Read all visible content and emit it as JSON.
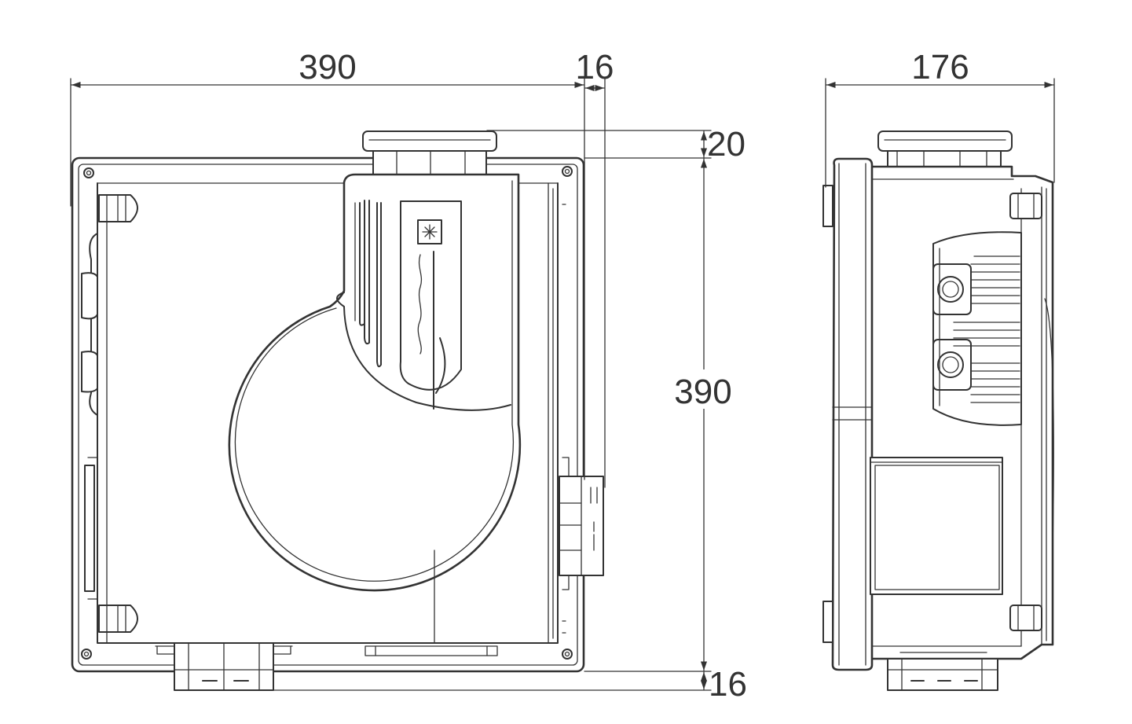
{
  "drawing": {
    "front_view": {
      "width_label": "390",
      "flange_label": "16",
      "spigot_height_label": "20",
      "height_label": "390",
      "bottom_spigot_label": "16"
    },
    "side_view": {
      "depth_label": "176"
    },
    "colors": {
      "line": "#333333",
      "background": "#ffffff"
    }
  }
}
